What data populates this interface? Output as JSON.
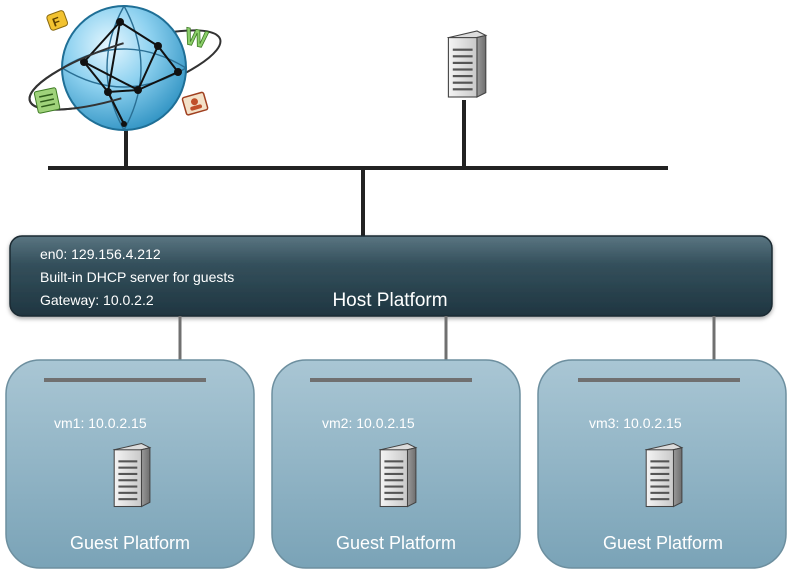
{
  "host": {
    "interface": "en0: 129.156.4.212",
    "dhcp_note": "Built-in DHCP server for guests",
    "gateway": "Gateway: 10.0.2.2",
    "title": "Host Platform"
  },
  "guests": [
    {
      "address": "vm1: 10.0.2.15",
      "title": "Guest Platform"
    },
    {
      "address": "vm2: 10.0.2.15",
      "title": "Guest Platform"
    },
    {
      "address": "vm3: 10.0.2.15",
      "title": "Guest Platform"
    }
  ],
  "icons": {
    "internet": "globe-icon",
    "server": "server-icon"
  },
  "colors": {
    "host_bar": "#2f4a56",
    "guest_box": "#8fb4c6",
    "network_line": "#222222",
    "guest_line": "#707070"
  }
}
